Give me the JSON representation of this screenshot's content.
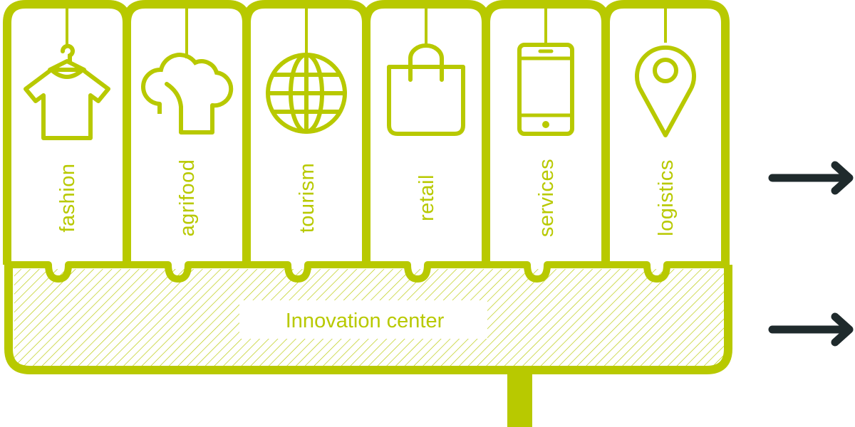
{
  "colors": {
    "accent": "#b8c900",
    "arrow": "#1f2a2c",
    "background": "#ffffff"
  },
  "sectors": [
    {
      "label": "fashion",
      "icon": "tshirt-hanger-icon"
    },
    {
      "label": "agrifood",
      "icon": "chef-hat-icon"
    },
    {
      "label": "tourism",
      "icon": "globe-icon"
    },
    {
      "label": "retail",
      "icon": "shopping-bag-icon"
    },
    {
      "label": "services",
      "icon": "smartphone-icon"
    },
    {
      "label": "logistics",
      "icon": "map-pin-icon"
    }
  ],
  "center": {
    "label": "Innovation center"
  },
  "arrows": [
    "arrow-right-icon",
    "arrow-right-icon"
  ]
}
